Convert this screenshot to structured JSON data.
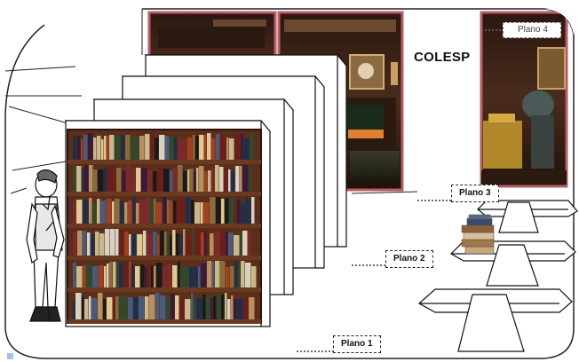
{
  "title": "COLESP",
  "plan_labels": {
    "plano1": "Plano 1",
    "plano2": "Plano 2",
    "plano3": "Plano 3",
    "plano4": "Plano 4"
  },
  "colors": {
    "frame_border": "#b85d66",
    "room_wood": "#3a2418",
    "shelf_wood": "#5a2e1a",
    "outline": "#111111",
    "marker": "#9fc3f0"
  }
}
